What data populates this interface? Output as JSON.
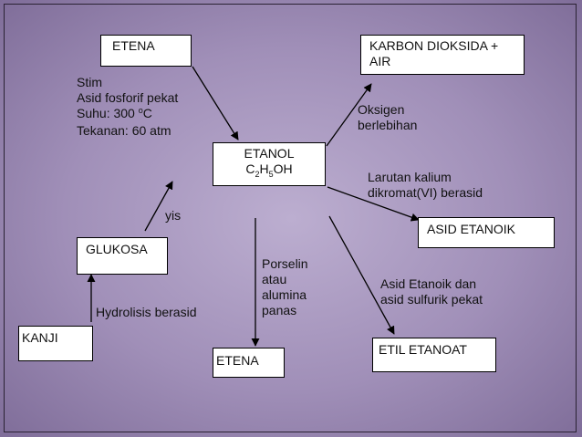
{
  "nodes": {
    "etena_top": "ETENA",
    "karbon": "KARBON DIOKSIDA + AIR",
    "etanol": "ETANOL",
    "etanol_formula": {
      "c": "C",
      "c_n": "2",
      "h": "H",
      "h_n": "5",
      "oh": "OH"
    },
    "asid_etanoik": "ASID ETANOIK",
    "glukosa": "GLUKOSA",
    "kanji": "KANJI",
    "etena_bottom": "ETENA",
    "etil_etanoat": "ETIL ETANOAT"
  },
  "conditions": {
    "hydration": {
      "line1": "Stim",
      "line2": "Asid fosforif pekat",
      "line3_pre": "Suhu: 300 ",
      "line3_sup": "o",
      "line3_post": "C",
      "line4": "Tekanan: 60 atm"
    },
    "combustion": {
      "line1": "Oksigen",
      "line2": "berlebihan"
    },
    "oxidation": {
      "line1": "Larutan kalium",
      "line2": "dikromat(VI) berasid"
    },
    "fermentation": "yis",
    "dehydration": {
      "line1": "Porselin",
      "line2": "atau",
      "line3": "alumina",
      "line4": "panas"
    },
    "esterification": {
      "line1": "Asid Etanoik dan",
      "line2": "asid sulfurik pekat"
    },
    "hydrolysis": "Hydrolisis berasid"
  }
}
